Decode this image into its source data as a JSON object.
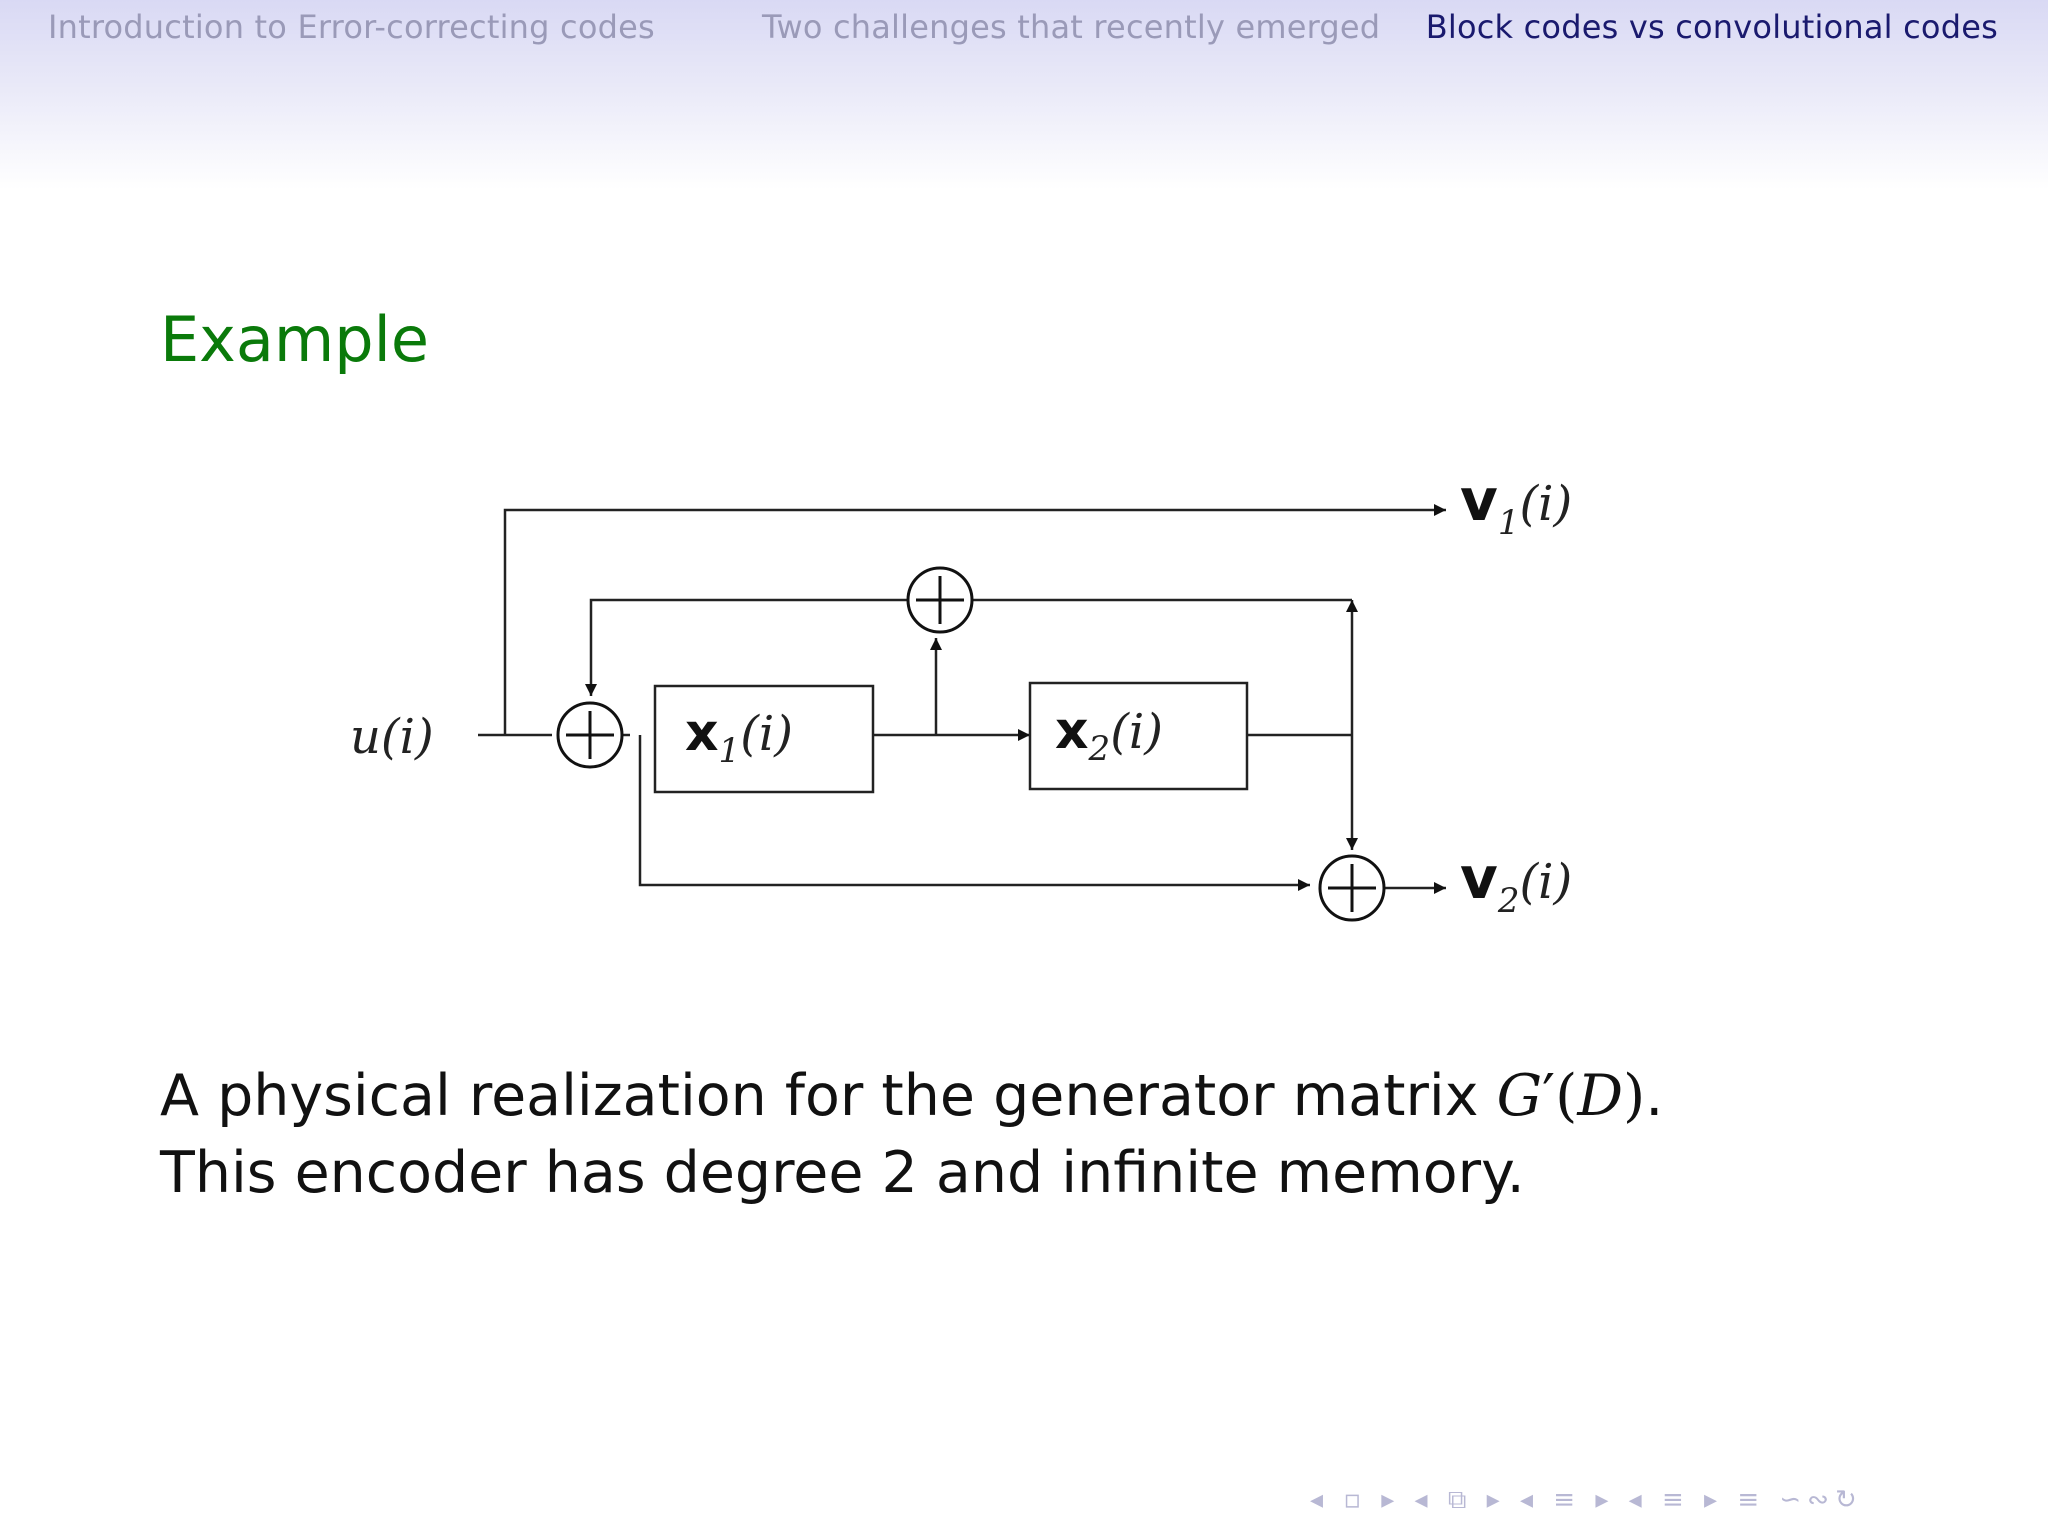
{
  "header": {
    "sections": [
      {
        "label": "Introduction to Error-correcting codes",
        "active": false
      },
      {
        "label": "Two challenges that recently emerged",
        "active": false
      },
      {
        "label": "Block codes vs convolutional codes",
        "active": true
      }
    ]
  },
  "frame": {
    "title": "Example"
  },
  "diagram": {
    "input_label": "u(i)",
    "register_1": {
      "symbol": "x",
      "subscript": "1",
      "arg": "(i)"
    },
    "register_2": {
      "symbol": "x",
      "subscript": "2",
      "arg": "(i)"
    },
    "output_1": {
      "symbol": "v",
      "subscript": "1",
      "arg": "(i)"
    },
    "output_2": {
      "symbol": "v",
      "subscript": "2",
      "arg": "(i)"
    },
    "adder_symbol": "+"
  },
  "body": {
    "text_before_math": "A physical realization for the generator matrix ",
    "math_G": "G",
    "math_prime": "′",
    "math_open": "(",
    "math_D": "D",
    "math_close": ")",
    "text_after_math": ". This encoder has degree 2 and infinite memory."
  },
  "footer": {
    "nav_symbols": "◂ ▫ ▸ ◂ ⧉ ▸ ◂ ≡ ▸ ◂ ≡ ▸ ≡ ∽∾↻"
  },
  "colors": {
    "title_green": "#0a7a0a",
    "header_active": "#1a1a6e",
    "header_inactive": "#9a9ab8"
  }
}
